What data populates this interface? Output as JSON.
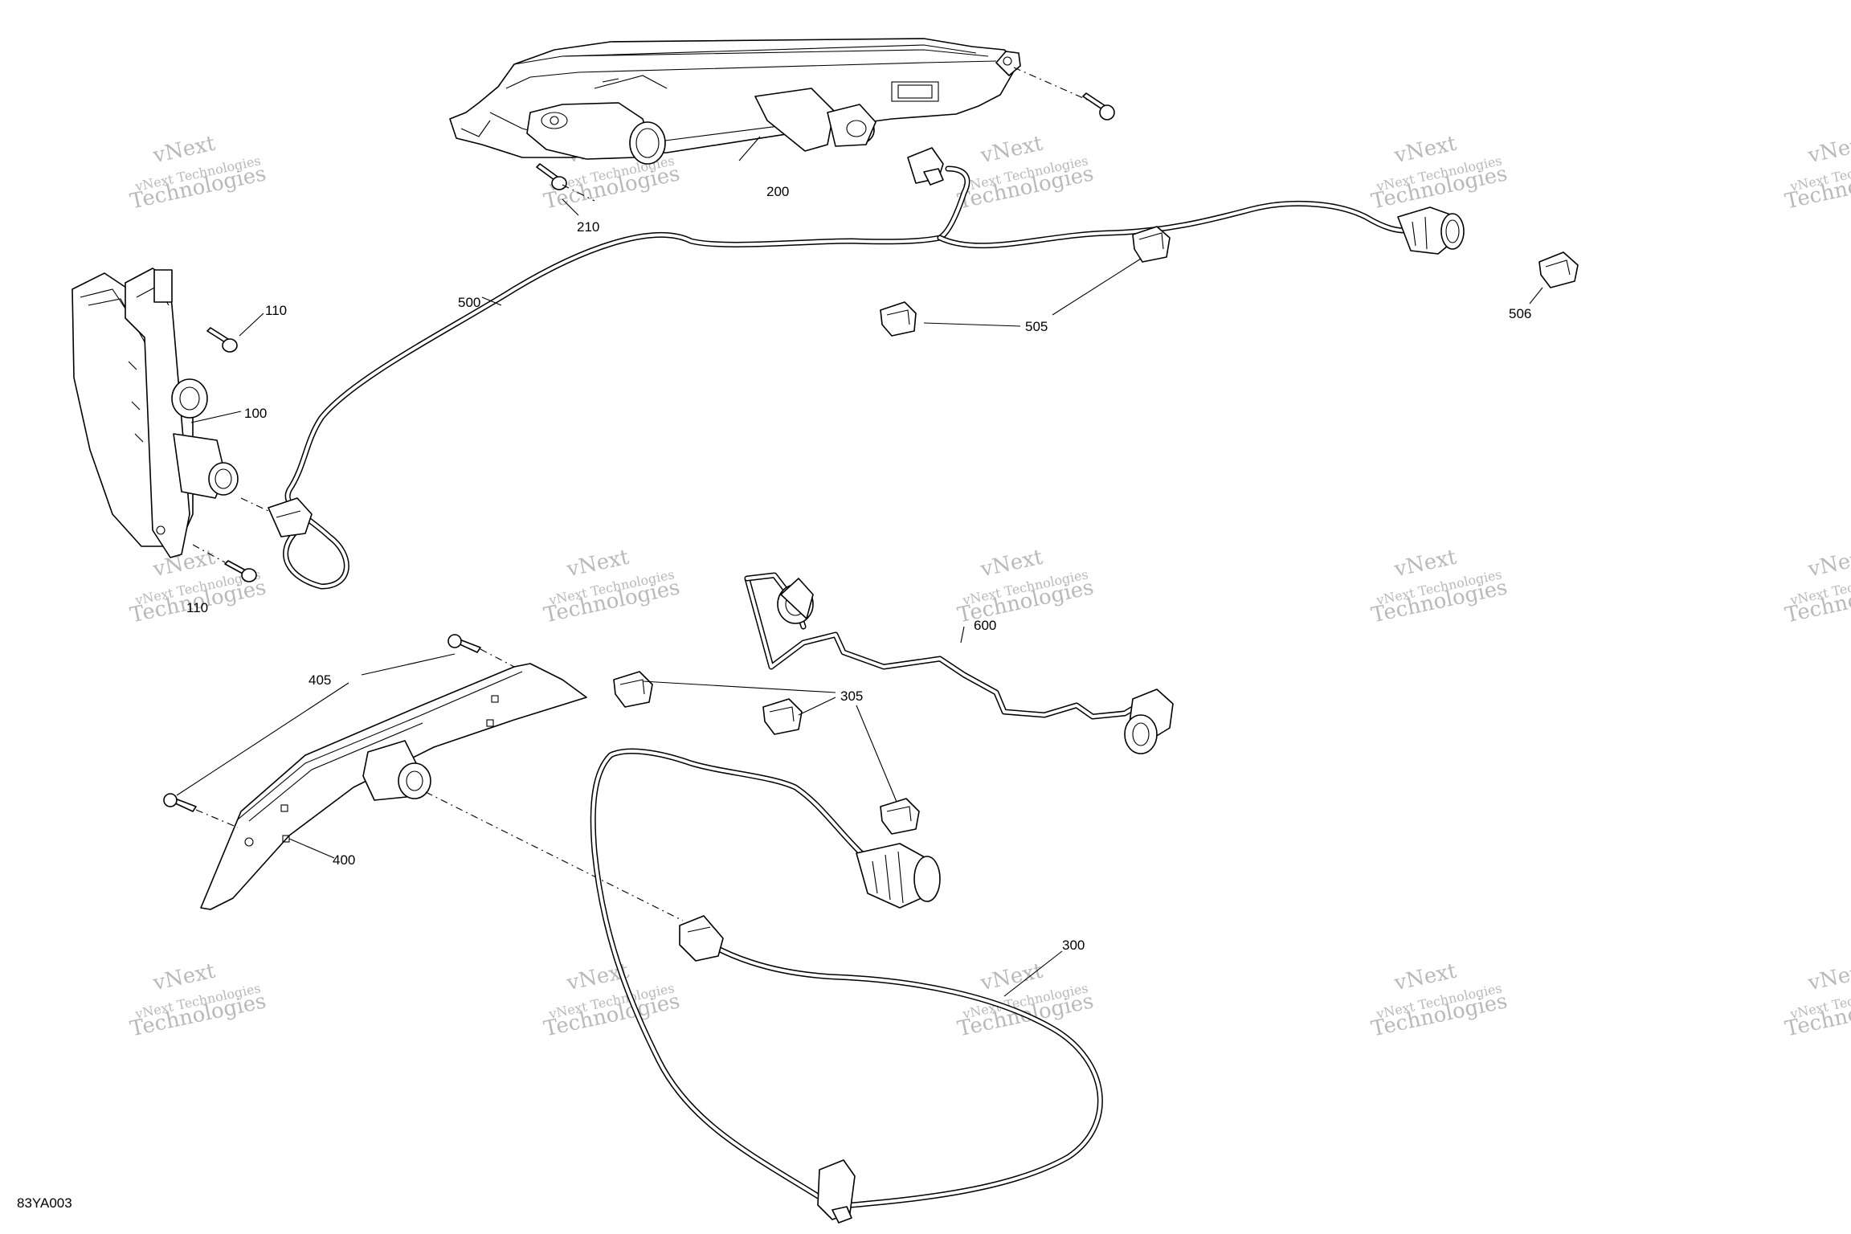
{
  "drawing_code": "83YA003",
  "watermark": {
    "line1": "vNext Technologies",
    "line2": "vNext",
    "line3": "Technologies"
  },
  "callouts": {
    "p100": "100",
    "p110a": "110",
    "p110b": "110",
    "p200": "200",
    "p210": "210",
    "p300": "300",
    "p305": "305",
    "p400": "400",
    "p405": "405",
    "p500": "500",
    "p505": "505",
    "p506": "506",
    "p600": "600"
  }
}
